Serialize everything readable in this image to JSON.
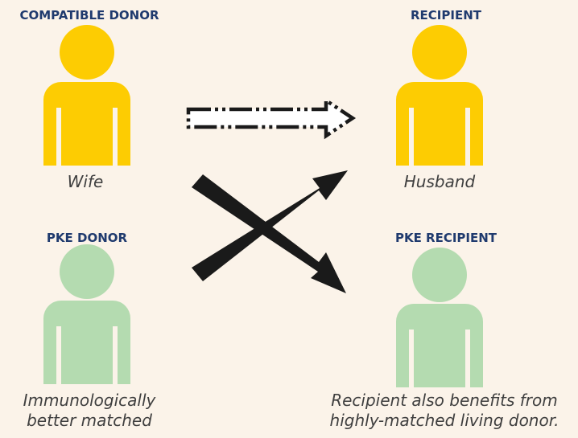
{
  "colors": {
    "background": "#fbf3e9",
    "heading": "#1f3a6e",
    "primary_person": "#fdcc02",
    "pke_person": "#b4dbb0",
    "arrow": "#1a1a1a"
  },
  "compatible_donor": {
    "heading": "COMPATIBLE DONOR",
    "caption": "Wife",
    "icon": "person-icon"
  },
  "recipient": {
    "heading": "RECIPIENT",
    "caption": "Husband",
    "icon": "person-icon"
  },
  "pke_donor": {
    "heading": "PKE DONOR",
    "caption_line1": "Immunologically",
    "caption_line2": "better matched",
    "icon": "person-icon"
  },
  "pke_recipient": {
    "heading": "PKE RECIPIENT",
    "caption_line1": "Recipient also benefits from",
    "caption_line2": "highly-matched living donor.",
    "icon": "person-icon"
  }
}
